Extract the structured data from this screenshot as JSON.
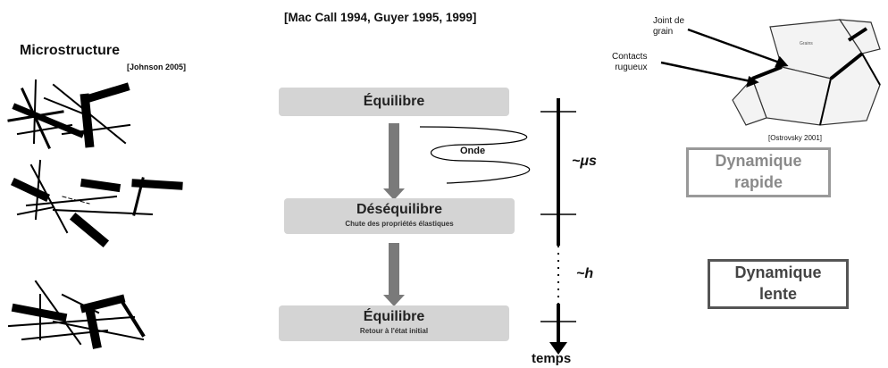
{
  "header_ref": "[Mac Call 1994, Guyer 1995, 1999]",
  "microstructure": {
    "title": "Microstructure",
    "ref": "[Johnson 2005]"
  },
  "grain_figure": {
    "label_joint": "Joint de\ngrain",
    "label_contacts": "Contacts\nrugueux",
    "grain_text": "Grains",
    "ref": "[Ostrovsky 2001]"
  },
  "stages": {
    "top": {
      "title": "Équilibre",
      "subtitle": ""
    },
    "middle": {
      "title": "Déséquilibre",
      "subtitle": "Chute des propriétés élastiques"
    },
    "bottom": {
      "title": "Équilibre",
      "subtitle": "Retour à l'état initial"
    }
  },
  "wave_label": "Onde",
  "timeline": {
    "fast_label": "~μs",
    "slow_label": "~h",
    "axis_label": "temps"
  },
  "dynamics": {
    "fast": "Dynamique\nrapide",
    "slow": "Dynamique\nlente"
  },
  "colors": {
    "stage_box": "#d4d4d4",
    "arrow_gray": "#7a7a7a",
    "fast_border": "#999999",
    "slow_border": "#555555"
  }
}
